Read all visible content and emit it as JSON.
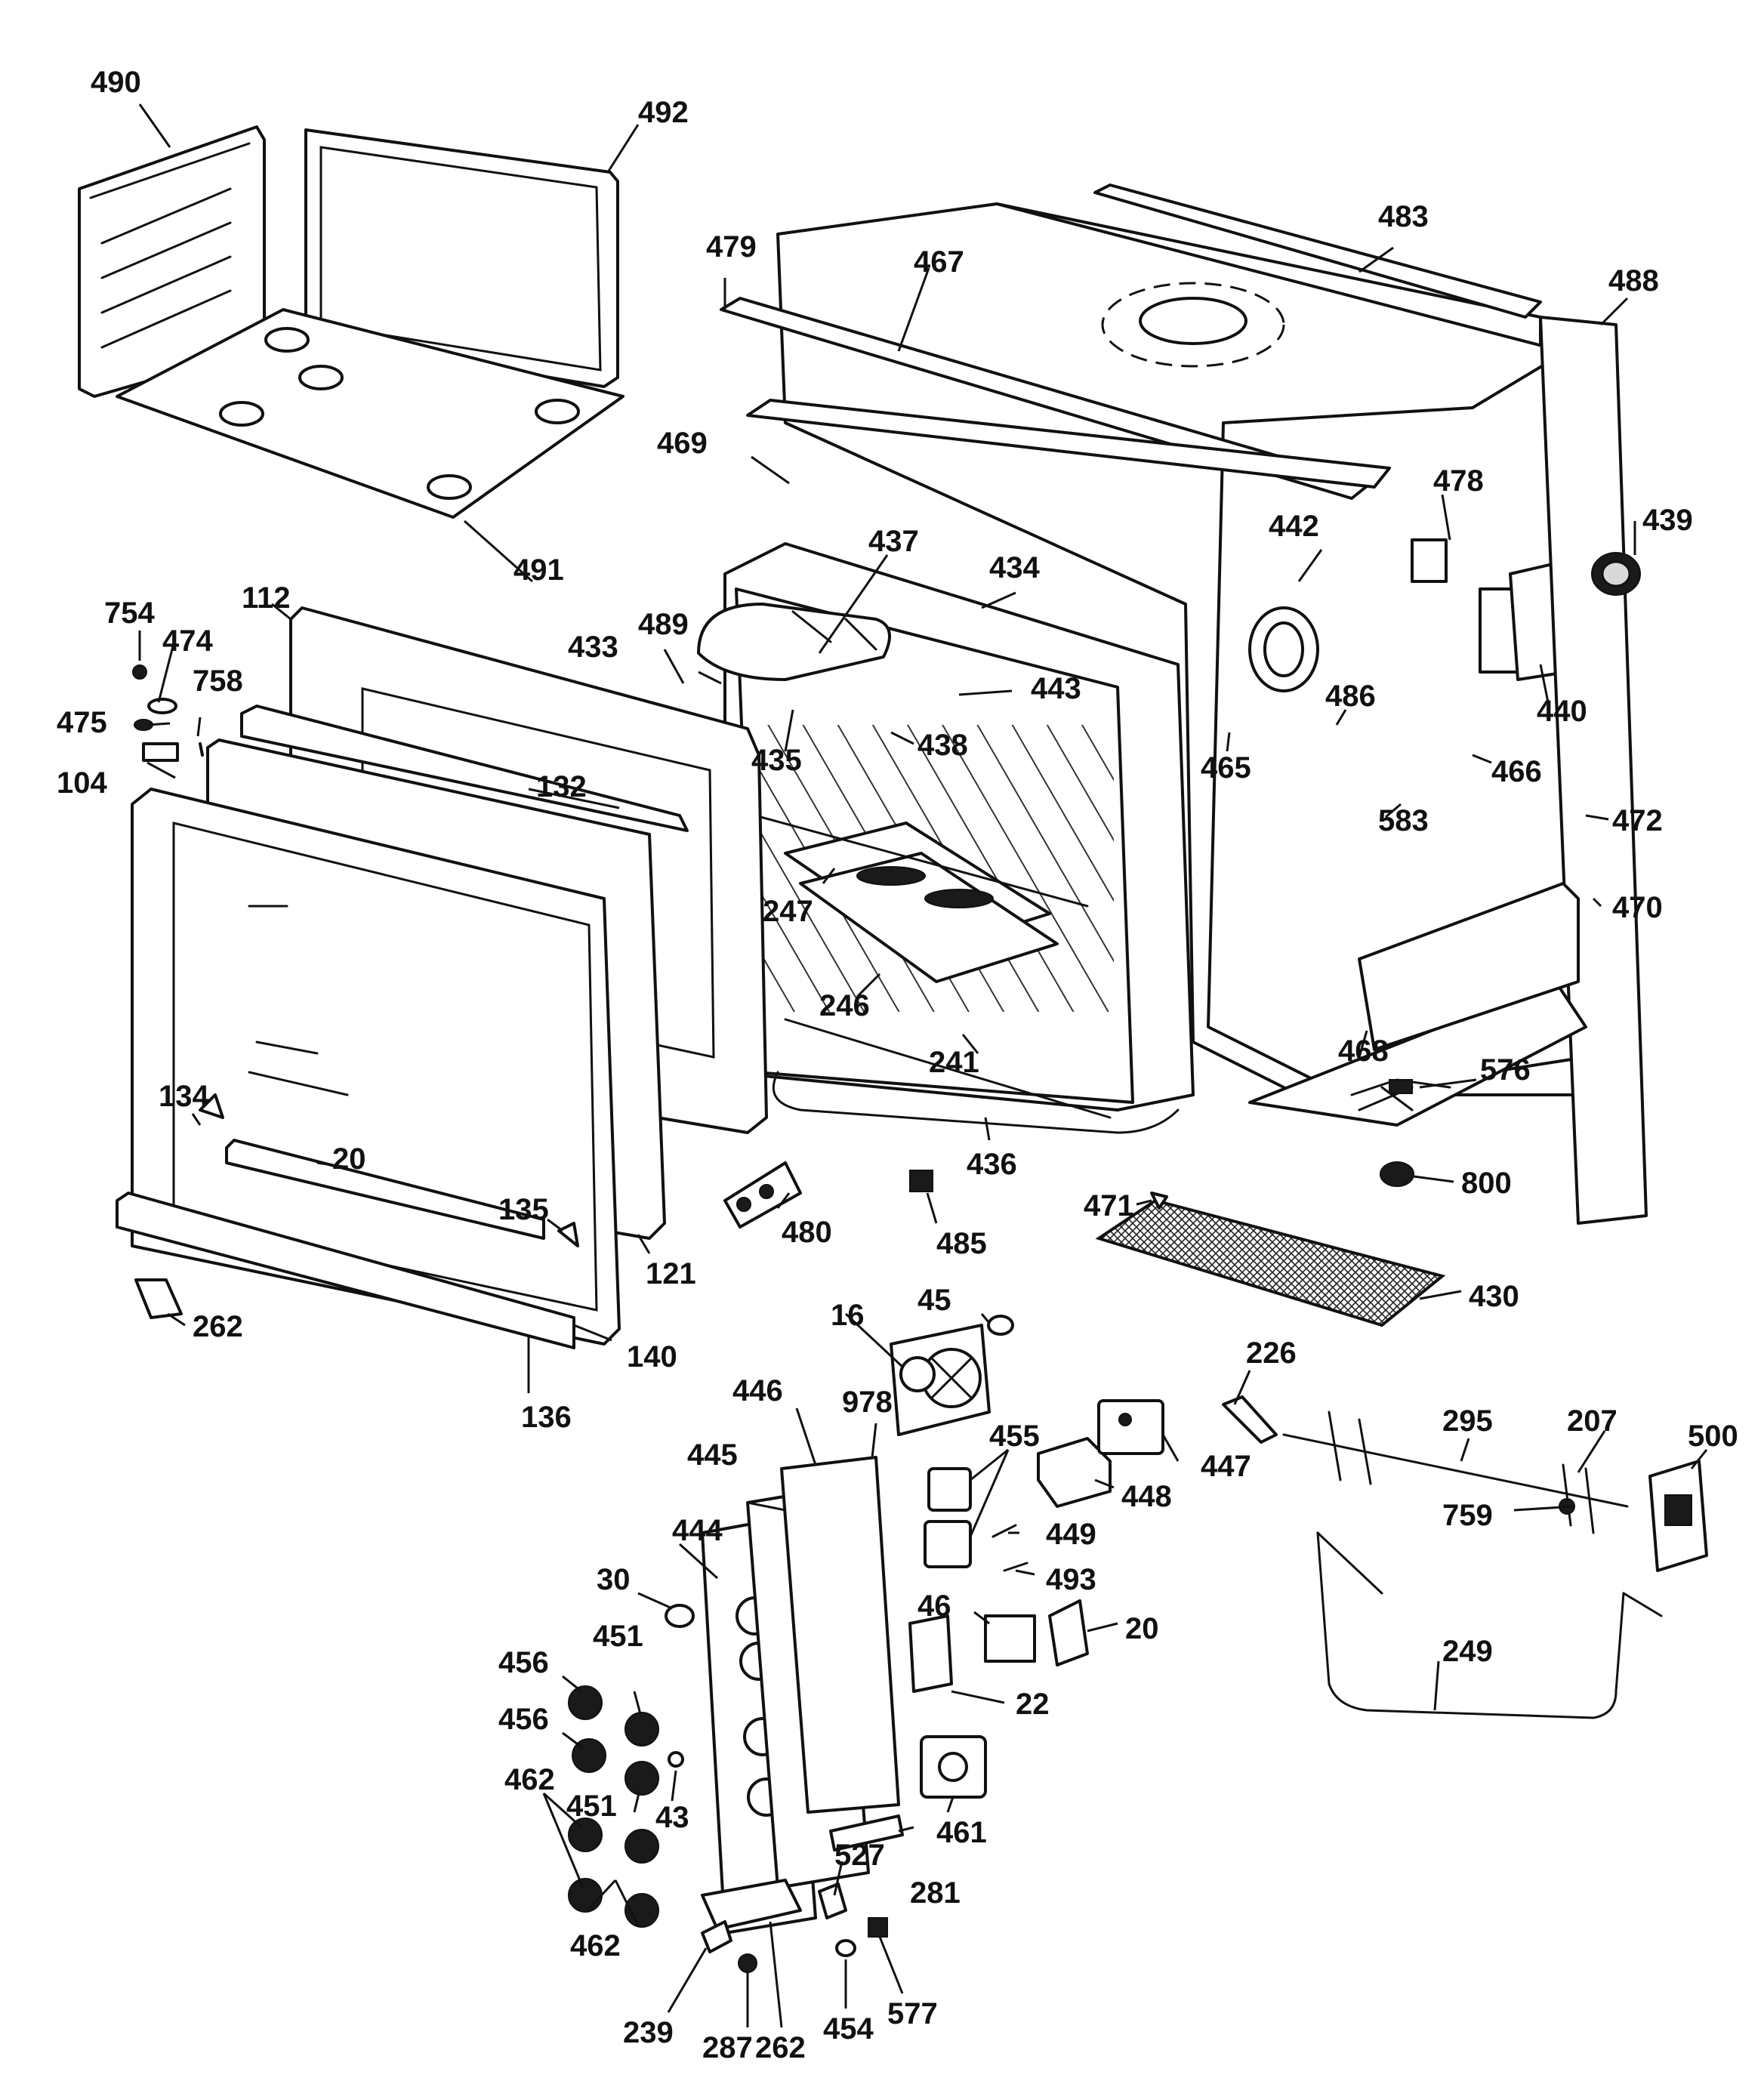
{
  "diagram": {
    "parts": [
      {
        "id": "p490",
        "label": "490"
      },
      {
        "id": "p492",
        "label": "492"
      },
      {
        "id": "p491",
        "label": "491"
      },
      {
        "id": "p479",
        "label": "479"
      },
      {
        "id": "p467",
        "label": "467"
      },
      {
        "id": "p483",
        "label": "483"
      },
      {
        "id": "p488",
        "label": "488"
      },
      {
        "id": "p469",
        "label": "469"
      },
      {
        "id": "p437",
        "label": "437"
      },
      {
        "id": "p434",
        "label": "434"
      },
      {
        "id": "p442",
        "label": "442"
      },
      {
        "id": "p478",
        "label": "478"
      },
      {
        "id": "p439",
        "label": "439"
      },
      {
        "id": "p754",
        "label": "754"
      },
      {
        "id": "p474",
        "label": "474"
      },
      {
        "id": "p112",
        "label": "112"
      },
      {
        "id": "p433",
        "label": "433"
      },
      {
        "id": "p489",
        "label": "489"
      },
      {
        "id": "p443",
        "label": "443"
      },
      {
        "id": "p475",
        "label": "475"
      },
      {
        "id": "p758",
        "label": "758"
      },
      {
        "id": "p438",
        "label": "438"
      },
      {
        "id": "p435",
        "label": "435"
      },
      {
        "id": "p486",
        "label": "486"
      },
      {
        "id": "p440",
        "label": "440"
      },
      {
        "id": "p104",
        "label": "104"
      },
      {
        "id": "p465",
        "label": "465"
      },
      {
        "id": "p466",
        "label": "466"
      },
      {
        "id": "p132",
        "label": "132"
      },
      {
        "id": "p583",
        "label": "583"
      },
      {
        "id": "p472",
        "label": "472"
      },
      {
        "id": "p247",
        "label": "247"
      },
      {
        "id": "p470",
        "label": "470"
      },
      {
        "id": "p246",
        "label": "246"
      },
      {
        "id": "p241",
        "label": "241"
      },
      {
        "id": "p468",
        "label": "468"
      },
      {
        "id": "p576",
        "label": "576"
      },
      {
        "id": "p134",
        "label": "134"
      },
      {
        "id": "p20a",
        "label": "20"
      },
      {
        "id": "p436",
        "label": "436"
      },
      {
        "id": "p800",
        "label": "800"
      },
      {
        "id": "p471",
        "label": "471"
      },
      {
        "id": "p135",
        "label": "135"
      },
      {
        "id": "p480",
        "label": "480"
      },
      {
        "id": "p485",
        "label": "485"
      },
      {
        "id": "p121",
        "label": "121"
      },
      {
        "id": "p430",
        "label": "430"
      },
      {
        "id": "p262a",
        "label": "262"
      },
      {
        "id": "p45",
        "label": "45"
      },
      {
        "id": "p16",
        "label": "16"
      },
      {
        "id": "p140",
        "label": "140"
      },
      {
        "id": "p226",
        "label": "226"
      },
      {
        "id": "p136",
        "label": "136"
      },
      {
        "id": "p446",
        "label": "446"
      },
      {
        "id": "p978",
        "label": "978"
      },
      {
        "id": "p295",
        "label": "295"
      },
      {
        "id": "p207",
        "label": "207"
      },
      {
        "id": "p500",
        "label": "500"
      },
      {
        "id": "p455",
        "label": "455"
      },
      {
        "id": "p445",
        "label": "445"
      },
      {
        "id": "p447",
        "label": "447"
      },
      {
        "id": "p448",
        "label": "448"
      },
      {
        "id": "p759",
        "label": "759"
      },
      {
        "id": "p444",
        "label": "444"
      },
      {
        "id": "p449",
        "label": "449"
      },
      {
        "id": "p30",
        "label": "30"
      },
      {
        "id": "p493",
        "label": "493"
      },
      {
        "id": "p46",
        "label": "46"
      },
      {
        "id": "p20b",
        "label": "20"
      },
      {
        "id": "p456a",
        "label": "456"
      },
      {
        "id": "p451a",
        "label": "451"
      },
      {
        "id": "p249",
        "label": "249"
      },
      {
        "id": "p22",
        "label": "22"
      },
      {
        "id": "p456b",
        "label": "456"
      },
      {
        "id": "p462a",
        "label": "462"
      },
      {
        "id": "p451b",
        "label": "451"
      },
      {
        "id": "p43",
        "label": "43"
      },
      {
        "id": "p461",
        "label": "461"
      },
      {
        "id": "p527",
        "label": "527"
      },
      {
        "id": "p281",
        "label": "281"
      },
      {
        "id": "p462b",
        "label": "462"
      },
      {
        "id": "p239",
        "label": "239"
      },
      {
        "id": "p287",
        "label": "287"
      },
      {
        "id": "p262b",
        "label": "262"
      },
      {
        "id": "p454",
        "label": "454"
      },
      {
        "id": "p577",
        "label": "577"
      }
    ]
  }
}
